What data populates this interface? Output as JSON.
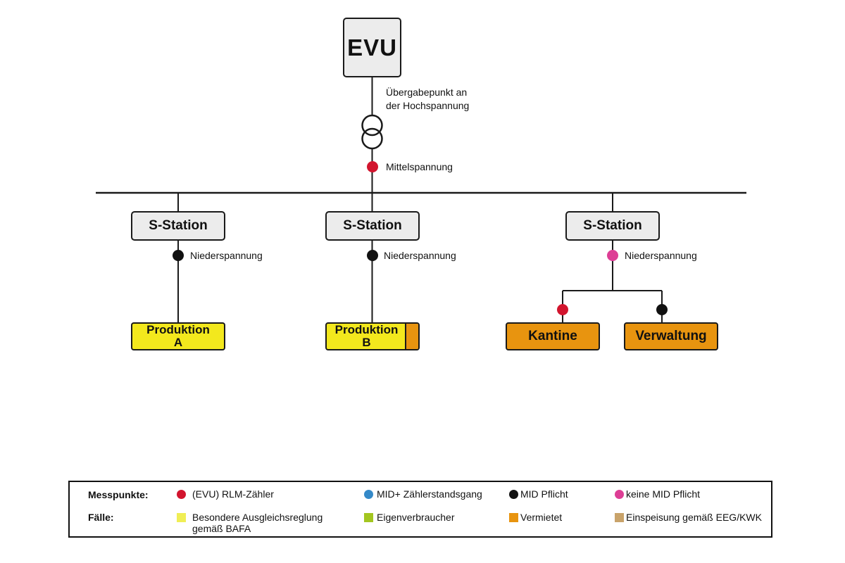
{
  "colors": {
    "node_fill": "#ececec",
    "stroke": "#1a1a1a",
    "red": "#d2152e",
    "blue": "#3489c8",
    "black": "#111111",
    "pink": "#dd3e95",
    "yellow_box": "#f3e81d",
    "yellow_legend": "#f0ee55",
    "green": "#a3c620",
    "orange": "#e8940f",
    "tan": "#c9a36a"
  },
  "diagram": {
    "evu": "EVU",
    "handover_note": "Übergabepunkt an\nder Hochspannung",
    "medium_voltage": "Mittelspannung",
    "low_voltage": "Niederspannung",
    "station": "S-Station",
    "produktion_a": "Produktion\nA",
    "produktion_b": "Produktion\nB",
    "kantine": "Kantine",
    "verwaltung": "Verwaltung"
  },
  "legend": {
    "rows": [
      {
        "label": "Messpunkte:",
        "items": [
          {
            "marker": "dot",
            "color": "#d2152e",
            "text": "(EVU) RLM-Zähler"
          },
          {
            "marker": "dot",
            "color": "#3489c8",
            "text": "MID+ Zählerstandsgang"
          },
          {
            "marker": "dot",
            "color": "#111111",
            "text": "MID Pflicht"
          },
          {
            "marker": "dot",
            "color": "#dd3e95",
            "text": "keine MID Pflicht"
          }
        ]
      },
      {
        "label": "Fälle:",
        "items": [
          {
            "marker": "square",
            "color": "#f0ee55",
            "text": "Besondere Ausgleichsreglung\ngemäß BAFA"
          },
          {
            "marker": "square",
            "color": "#a3c620",
            "text": "Eigenverbraucher"
          },
          {
            "marker": "square",
            "color": "#e8940f",
            "text": "Vermietet"
          },
          {
            "marker": "square",
            "color": "#c9a36a",
            "text": "Einspeisung gemäß EEG/KWK"
          }
        ]
      }
    ]
  }
}
